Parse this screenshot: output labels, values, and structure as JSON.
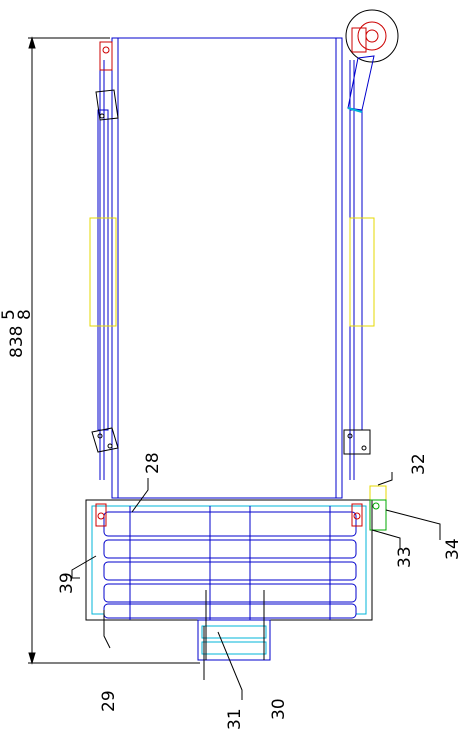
{
  "dimension": {
    "main": "838",
    "fraction_top": "5",
    "fraction_bottom": "8"
  },
  "callouts": [
    "28",
    "29",
    "30",
    "31",
    "32",
    "33",
    "34",
    "39"
  ],
  "colors": {
    "line": "#000000",
    "frame": "#0000cc",
    "roller": "#00b4d8",
    "bearing": "#cc0000",
    "cover": "#e6d800",
    "motor_bracket": "#00aa00"
  }
}
